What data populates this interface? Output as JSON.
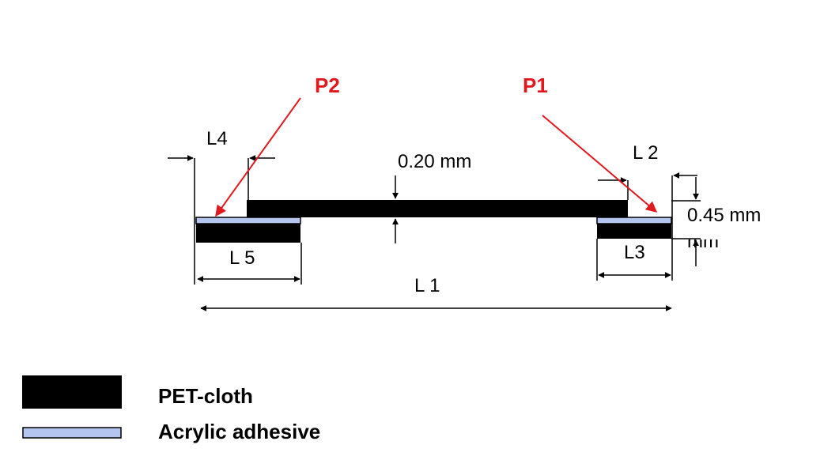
{
  "colors": {
    "pet_cloth": "#000000",
    "adhesive": "#b4c6f0",
    "pointer": "#e0191f",
    "dimension": "#000000"
  },
  "labels": {
    "p1": "P1",
    "p2": "P2",
    "l1": "L 1",
    "l2": "L 2",
    "l3": "L3",
    "l4": "L4",
    "l5": "L 5",
    "thickness_center": "0.20 mm",
    "thickness_end": "0.45 mm",
    "thickness_end_unit_overlap": "mm"
  },
  "legend": [
    {
      "label": "PET-cloth",
      "swatch": "pet-cloth"
    },
    {
      "label": "Acrylic adhesive",
      "swatch": "acrylic-adhesive"
    }
  ]
}
